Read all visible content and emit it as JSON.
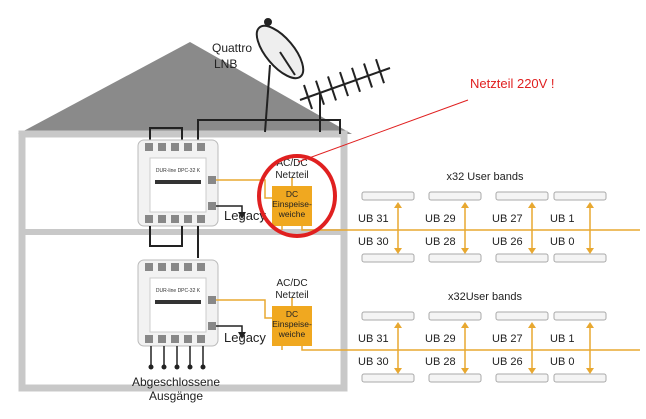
{
  "lnb_label": [
    "Quattro",
    "LNB"
  ],
  "annotation": "Netzteil 220V !",
  "floors": [
    {
      "psu_label": [
        "AC/DC",
        "Netzteil"
      ],
      "inserter_label": [
        "DC",
        "Einspeise-",
        "weiche"
      ],
      "legacy_label": "Legacy",
      "switch_brand": "DUR-line DPC-32 K",
      "group_title": "x32 User bands",
      "ub_top": [
        "UB 31",
        "UB 29",
        "UB 27",
        "UB 1"
      ],
      "ub_bottom": [
        "UB 30",
        "UB 28",
        "UB 26",
        "UB 0"
      ]
    },
    {
      "psu_label": [
        "AC/DC",
        "Netzteil"
      ],
      "inserter_label": [
        "DC",
        "Einspeise-",
        "weiche"
      ],
      "legacy_label": "Legacy",
      "switch_brand": "DUR-line DPC-32 K",
      "group_title": "x32User bands",
      "ub_top": [
        "UB 31",
        "UB 29",
        "UB 27",
        "UB 1"
      ],
      "ub_bottom": [
        "UB 30",
        "UB 28",
        "UB 26",
        "UB 0"
      ]
    }
  ],
  "terminated_outputs": [
    "Abgeschlossene",
    "Ausgänge"
  ],
  "colors": {
    "roof": "#8a8a8a",
    "wall": "#c8c8c8",
    "cable": "#e8a830",
    "inserter": "#f0a820",
    "annotation": "#e02020"
  }
}
